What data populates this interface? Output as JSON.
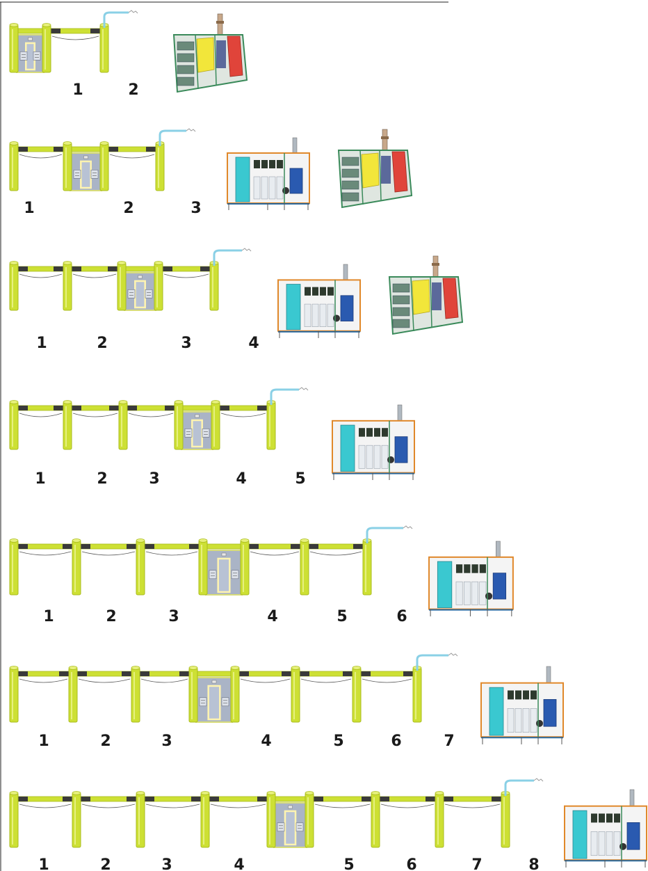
{
  "config_rows": [
    {
      "labels": [
        "1",
        "2"
      ]
    },
    {
      "labels": [
        "1",
        "2",
        "3"
      ]
    },
    {
      "labels": [
        "1",
        "2",
        "3",
        "4"
      ]
    },
    {
      "labels": [
        "1",
        "2",
        "3",
        "4",
        "5"
      ]
    },
    {
      "labels": [
        "1",
        "2",
        "3",
        "4",
        "5",
        "6"
      ]
    },
    {
      "labels": [
        "1",
        "2",
        "3",
        "4",
        "5",
        "6",
        "7"
      ]
    },
    {
      "labels": [
        "1",
        "2",
        "3",
        "4",
        "5",
        "6",
        "7",
        "8"
      ]
    }
  ],
  "colors": {
    "pillar": "#cde034",
    "pillar_edge": "#a9bb1c",
    "connector": "#3a3a3a",
    "cabinet": "#aab4c6",
    "cabinet_frame": "#d8dc7a",
    "door_frame": "#fff4b0",
    "arm": "#8ad0e6",
    "module_frame": "#3a8a5a",
    "module_orange": "#e0882a",
    "module_cyan": "#3ac8d0",
    "module_yellow": "#f2e63a",
    "module_red": "#e0443a",
    "module_blue": "#2a5ab0"
  },
  "icons": {
    "frame": "gantry-frame-icon",
    "pillar": "pillar-icon",
    "cabinet": "control-cabinet-icon",
    "arm": "nozzle-arm-icon",
    "module_a": "equipment-module-exhaust-icon",
    "module_b": "equipment-module-tank-icon"
  }
}
